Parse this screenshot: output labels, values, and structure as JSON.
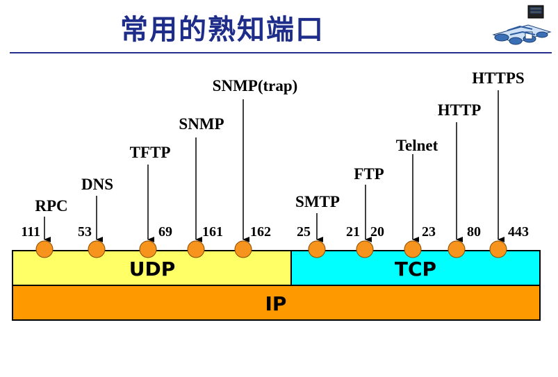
{
  "title": "常用的熟知端口",
  "logo_icon": "network-devices-icon",
  "colors": {
    "udp": "#ffff66",
    "tcp": "#00ffff",
    "ip": "#ff9900",
    "port_circle": "#f7941d",
    "title": "#1f2d8a"
  },
  "layers": {
    "udp": "UDP",
    "tcp": "TCP",
    "ip": "IP"
  },
  "udp_ports": [
    {
      "protocol": "RPC",
      "port": "111"
    },
    {
      "protocol": "DNS",
      "port": "53"
    },
    {
      "protocol": "TFTP",
      "port": "69"
    },
    {
      "protocol": "SNMP",
      "port": "161"
    },
    {
      "protocol": "SNMP(trap)",
      "port": "162"
    }
  ],
  "tcp_ports": [
    {
      "protocol": "SMTP",
      "port": "25"
    },
    {
      "protocol": "FTP",
      "port": "21"
    },
    {
      "protocol": "FTP",
      "port": "20"
    },
    {
      "protocol": "Telnet",
      "port": "23"
    },
    {
      "protocol": "HTTP",
      "port": "80"
    },
    {
      "protocol": "HTTPS",
      "port": "443"
    }
  ]
}
